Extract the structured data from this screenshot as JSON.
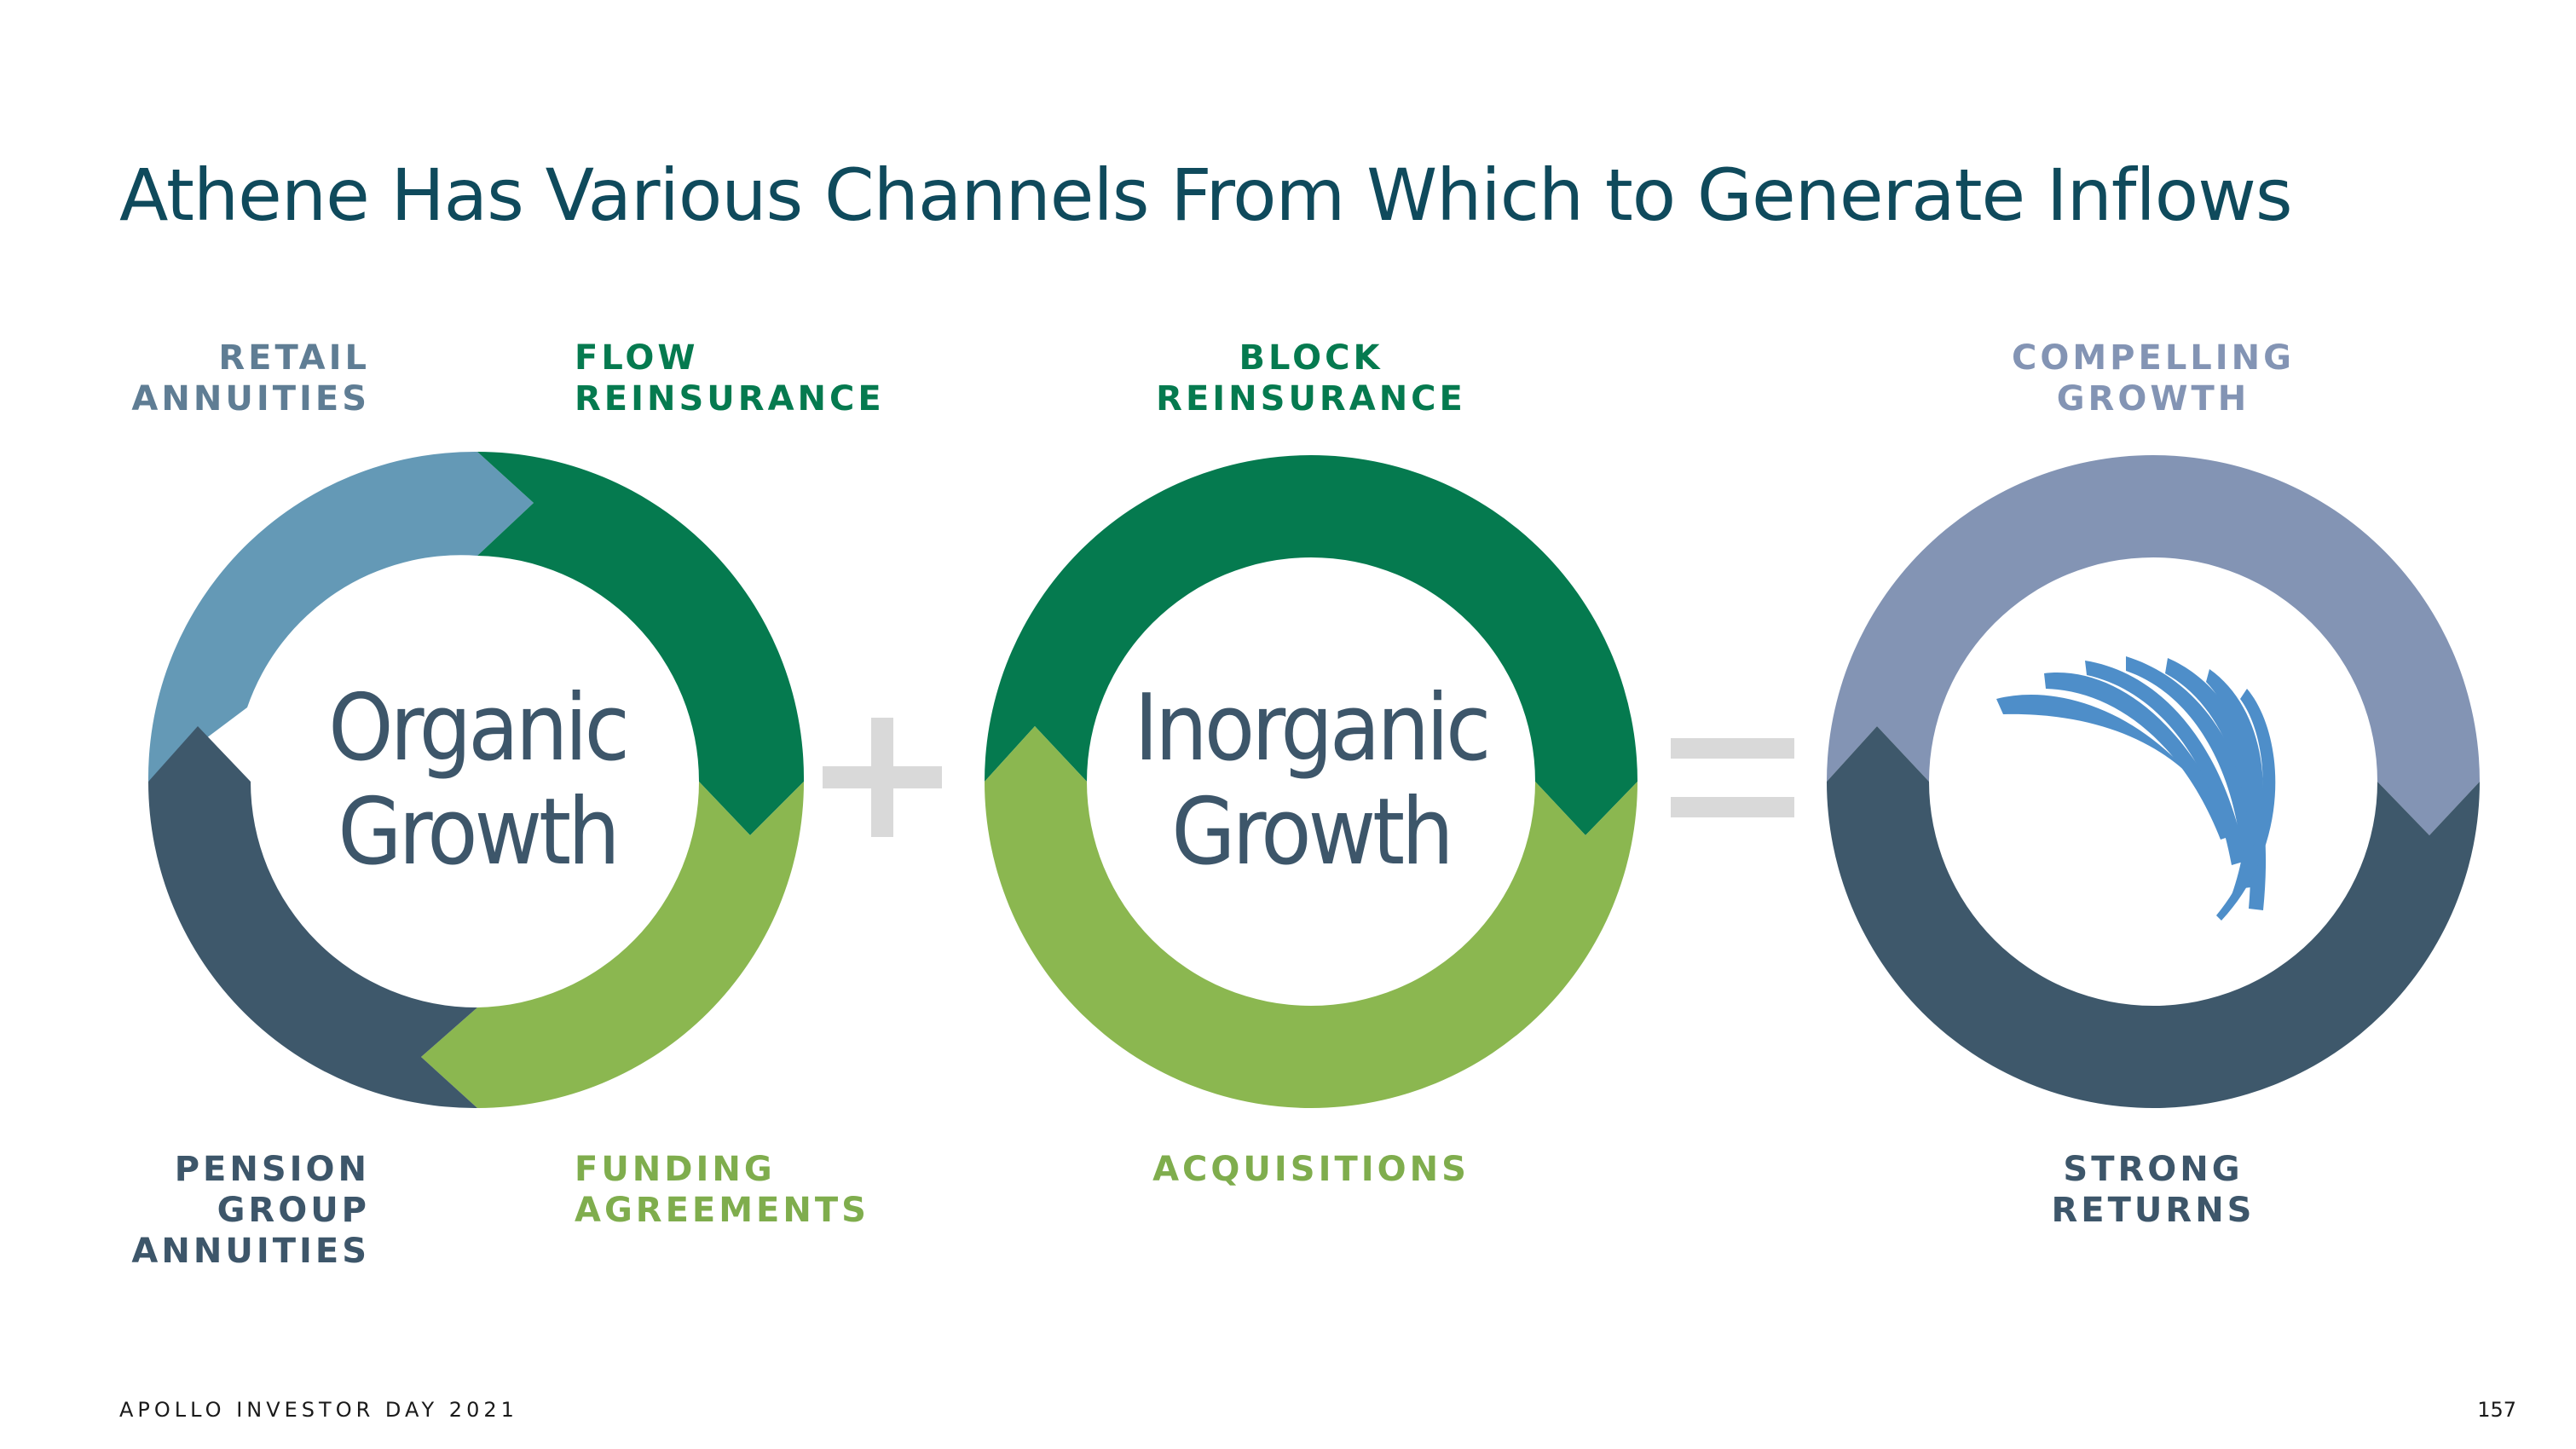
{
  "title": "Athene Has Various Channels From Which to Generate Inflows",
  "organic": {
    "center_text": "Organic\nGrowth",
    "segments": [
      {
        "label": "RETAIL\nANNUITIES",
        "color": "#6499b6"
      },
      {
        "label": "FLOW\nREINSURANCE",
        "color": "#057a4f"
      },
      {
        "label": "FUNDING\nAGREEMENTS",
        "color": "#8bb750"
      },
      {
        "label": "PENSION\nGROUP\nANNUITIES",
        "color": "#3e586b"
      }
    ]
  },
  "operator_plus": "+",
  "inorganic": {
    "center_text": "Inorganic\nGrowth",
    "segments": [
      {
        "label": "BLOCK\nREINSURANCE",
        "color": "#057a4f"
      },
      {
        "label": "ACQUISITIONS",
        "color": "#8bb750"
      }
    ]
  },
  "operator_equals": "=",
  "result": {
    "logo": "athene-logo-icon",
    "segments": [
      {
        "label": "COMPELLING\nGROWTH",
        "color": "#8394b4"
      },
      {
        "label": "STRONG\nRETURNS",
        "color": "#3e586b"
      }
    ]
  },
  "footer": "APOLLO INVESTOR DAY 2021",
  "page_number": "157"
}
